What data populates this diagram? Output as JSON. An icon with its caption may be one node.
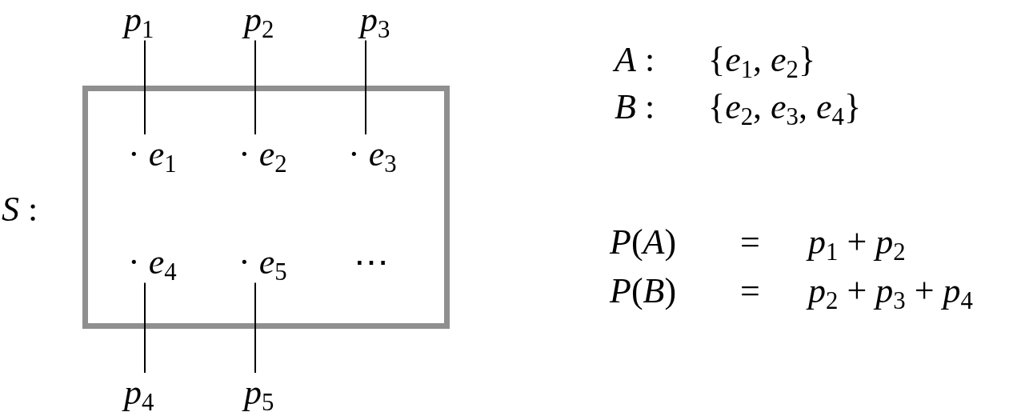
{
  "diagram": {
    "nodes": [
      {
        "text": [
          "*p*$_{1}$"
        ]
      },
      {
        "text": [
          "*p*$_{2}$"
        ]
      },
      {
        "text": [
          "*p*$_{3}$"
        ]
      },
      {
        "text": [
          "*S* :"
        ]
      },
      {
        "text": [
          "· *e*$_{1}$"
        ],
        "in": 3
      },
      {
        "text": [
          "· *e*$_{2}$"
        ],
        "in": 3
      },
      {
        "text": [
          "· *e*$_{3}$"
        ],
        "in": 3
      },
      {
        "text": [
          "· *e*$_{4}$"
        ],
        "in": 3
      },
      {
        "text": [
          "· *e*$_{5}$"
        ],
        "in": 3
      },
      {
        "text": [
          "*p*$_{4}$"
        ]
      },
      {
        "text": [
          "*p*$_{5}$"
        ]
      }
    ],
    "edges": [
      {
        "from": 0,
        "to": 4,
        "arrow": "none"
      },
      {
        "from": 1,
        "to": 5,
        "arrow": "none"
      },
      {
        "from": 2,
        "to": 6,
        "arrow": "none"
      },
      {
        "from": 9,
        "to": 7,
        "arrow": "none"
      },
      {
        "from": 10,
        "to": 8,
        "arrow": "none"
      }
    ],
    "labels": [
      "*A* :",
      "{*e*$_{1}$, *e*$_{2}$}",
      "*B* :",
      "{*e*$_{2}$, *e*$_{3}$, *e*$_{4}$}",
      "⋯",
      "*P*(*A*)",
      "=",
      "*p*$_{1}$ + *p*$_{2}$",
      "*P*(*B*)",
      "=",
      "*p*$_{2}$ + *p*$_{3}$ + *p*$_{4}$"
    ]
  }
}
